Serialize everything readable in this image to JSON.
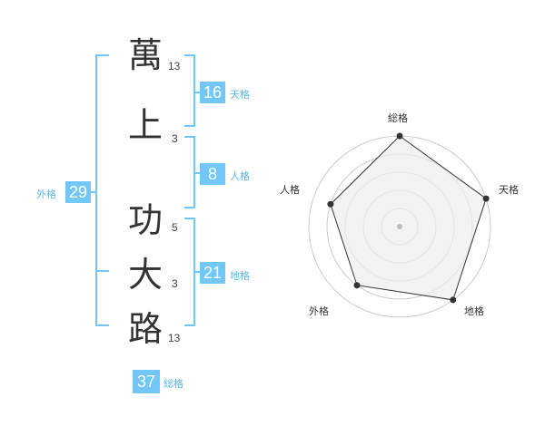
{
  "name": {
    "chars": [
      {
        "char": "萬",
        "strokes": "13"
      },
      {
        "char": "上",
        "strokes": "3"
      },
      {
        "char": "功",
        "strokes": "5"
      },
      {
        "char": "大",
        "strokes": "3"
      },
      {
        "char": "路",
        "strokes": "13"
      }
    ]
  },
  "fortunes": {
    "tenkaku": {
      "label": "天格",
      "value": "16"
    },
    "jinkaku": {
      "label": "人格",
      "value": "8"
    },
    "chikaku": {
      "label": "地格",
      "value": "21"
    },
    "gaikaku": {
      "label": "外格",
      "value": "29"
    },
    "soukaku": {
      "label": "総格",
      "value": "37"
    }
  },
  "radar": {
    "axes": [
      "総格",
      "天格",
      "地格",
      "外格",
      "人格"
    ],
    "levels": 5,
    "values": [
      5,
      5,
      5,
      4,
      4
    ],
    "max": 5,
    "grid_color": "#cccccc",
    "fill_color": "#eeeeee",
    "line_color": "#333333"
  },
  "colors": {
    "accent": "#71c7f6",
    "accent_text": "#5bb8ea"
  }
}
